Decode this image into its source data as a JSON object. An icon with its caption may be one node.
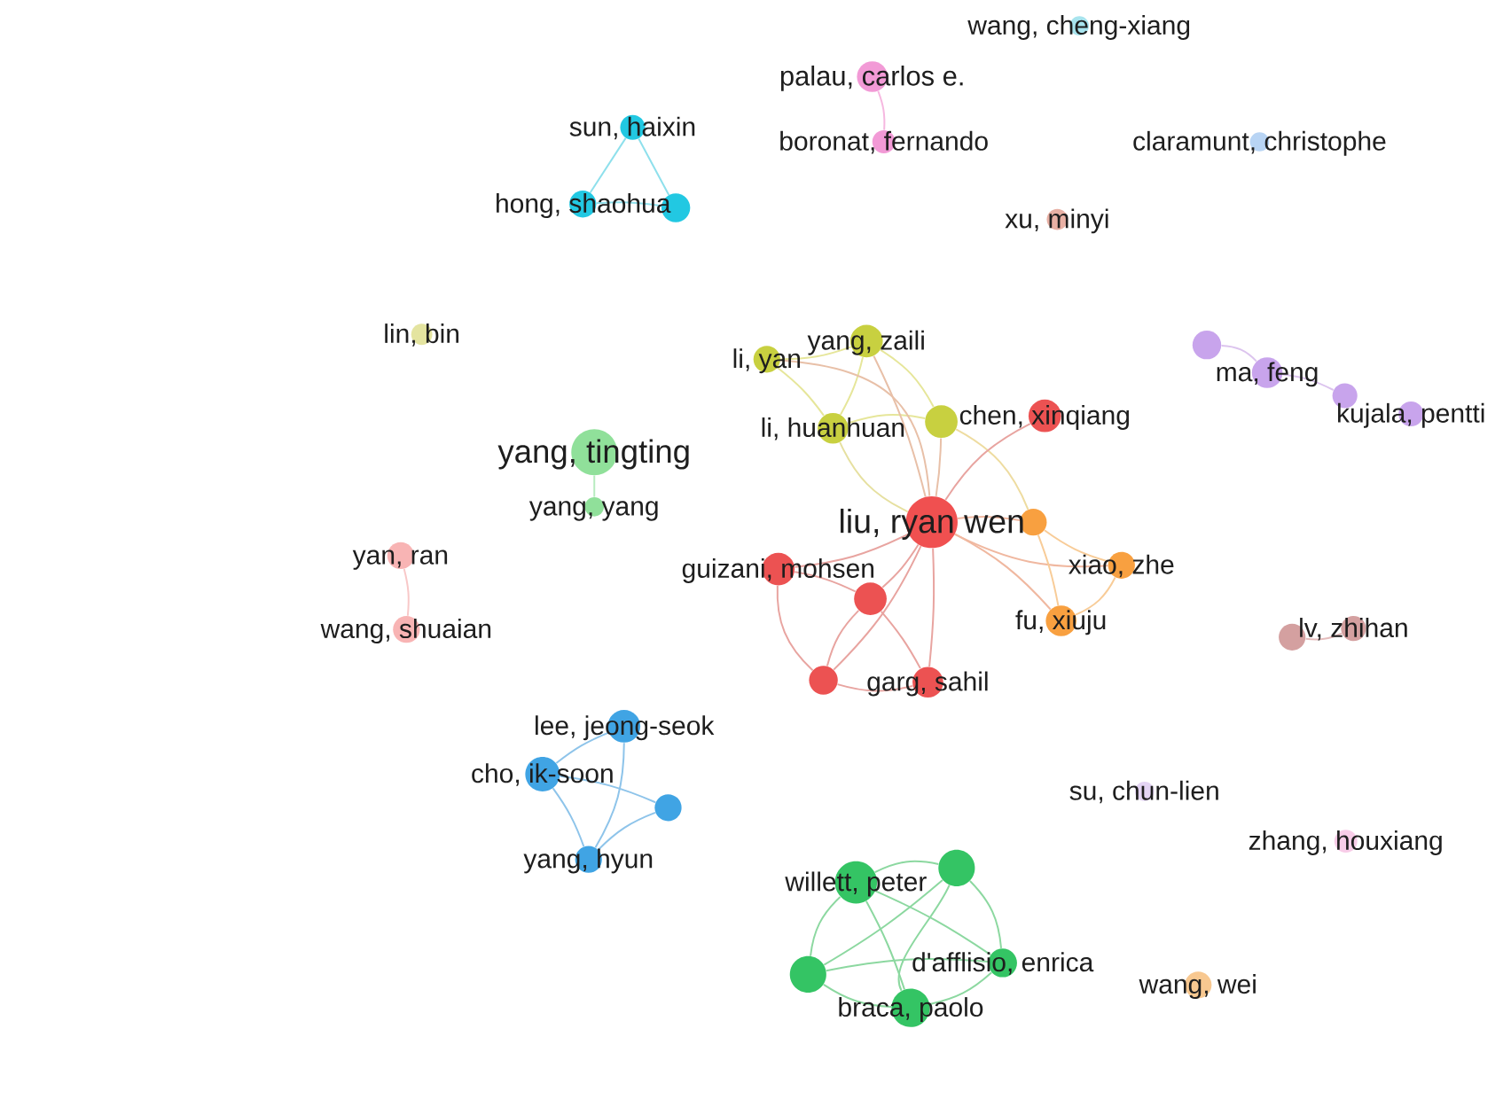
{
  "diagram": {
    "nodes": [
      {
        "text": [
          "wang, cheng-xiang"
        ]
      },
      {
        "text": [
          "palau, carlos e."
        ]
      },
      {
        "text": [
          "sun, haixin"
        ]
      },
      {
        "text": [
          "boronat, fernando"
        ]
      },
      {
        "text": [
          "claramunt, christophe"
        ]
      },
      {
        "text": [
          "hong, shaohua"
        ]
      },
      {
        "text": [],
        "shape": "circle"
      },
      {
        "text": [
          "xu, minyi"
        ]
      },
      {
        "text": [
          "lin, bin"
        ]
      },
      {
        "text": [
          "yang, zaili"
        ]
      },
      {
        "text": [],
        "shape": "circle"
      },
      {
        "text": [
          "li, yan"
        ]
      },
      {
        "text": [
          "ma, feng"
        ]
      },
      {
        "text": [],
        "shape": "circle"
      },
      {
        "text": [
          "kujala, pentti"
        ]
      },
      {
        "text": [
          "li, huanhuan"
        ]
      },
      {
        "text": [],
        "shape": "circle"
      },
      {
        "text": [
          "chen, xinqiang"
        ]
      },
      {
        "text": [
          "yang, tingting"
        ]
      },
      {
        "text": [
          "yang, yang"
        ]
      },
      {
        "text": [
          "liu, ryan wen"
        ]
      },
      {
        "text": [],
        "shape": "circle"
      },
      {
        "text": [
          "yan, ran"
        ]
      },
      {
        "text": [
          "guizani, mohsen"
        ]
      },
      {
        "text": [
          "xiao, zhe"
        ]
      },
      {
        "text": [],
        "shape": "circle"
      },
      {
        "text": [
          "wang, shuaian"
        ]
      },
      {
        "text": [
          "fu, xiuju"
        ]
      },
      {
        "text": [],
        "shape": "circle"
      },
      {
        "text": [
          "lv, zhihan"
        ]
      },
      {
        "text": [],
        "shape": "circle"
      },
      {
        "text": [
          "garg, sahil"
        ]
      },
      {
        "text": [
          "lee, jeong-seok"
        ]
      },
      {
        "text": [
          "cho, ik-soon"
        ]
      },
      {
        "text": [],
        "shape": "circle"
      },
      {
        "text": [
          "su, chun-lien"
        ]
      },
      {
        "text": [
          "zhang, houxiang"
        ]
      },
      {
        "text": [
          "yang, hyun"
        ]
      },
      {
        "text": [],
        "shape": "circle"
      },
      {
        "text": [
          "willett, peter"
        ]
      },
      {
        "text": [
          "d'afflisio, enrica"
        ]
      },
      {
        "text": [],
        "shape": "circle"
      },
      {
        "text": [
          "wang, wei"
        ]
      },
      {
        "text": [
          "braca, paolo"
        ]
      }
    ],
    "edges": [
      {
        "from": 1,
        "to": 3,
        "arrow": "none",
        "color": "#f6b8e0"
      },
      {
        "from": 2,
        "to": 5,
        "arrow": "none",
        "color": "#8ee0ec"
      },
      {
        "from": 2,
        "to": 6,
        "arrow": "none",
        "color": "#8ee0ec"
      },
      {
        "from": 5,
        "to": 6,
        "arrow": "none",
        "color": "#8ee0ec"
      },
      {
        "from": 9,
        "to": 11,
        "arrow": "none",
        "color": "#e6e69a"
      },
      {
        "from": 11,
        "to": 15,
        "arrow": "none",
        "color": "#e6e69a"
      },
      {
        "from": 9,
        "to": 15,
        "arrow": "none",
        "color": "#e6e69a"
      },
      {
        "from": 9,
        "to": 16,
        "arrow": "none",
        "color": "#e6e69a"
      },
      {
        "from": 15,
        "to": 16,
        "arrow": "none",
        "color": "#e6e69a"
      },
      {
        "from": 11,
        "to": 20,
        "arrow": "none",
        "color": "#e8c0a8"
      },
      {
        "from": 15,
        "to": 20,
        "arrow": "none",
        "color": "#e6e0a0"
      },
      {
        "from": 16,
        "to": 20,
        "arrow": "none",
        "color": "#e8c0a8"
      },
      {
        "from": 9,
        "to": 20,
        "arrow": "none",
        "color": "#e8c0a8"
      },
      {
        "from": 16,
        "to": 21,
        "arrow": "none",
        "color": "#eedca0"
      },
      {
        "from": 10,
        "to": 12,
        "arrow": "none",
        "color": "#dcc4ee"
      },
      {
        "from": 12,
        "to": 13,
        "arrow": "none",
        "color": "#dcc4ee"
      },
      {
        "from": 17,
        "to": 20,
        "arrow": "none",
        "color": "#e8a4a0"
      },
      {
        "from": 18,
        "to": 19,
        "arrow": "none",
        "color": "#b8ecc0"
      },
      {
        "from": 20,
        "to": 21,
        "arrow": "none",
        "color": "#f0b8a0"
      },
      {
        "from": 20,
        "to": 24,
        "arrow": "none",
        "color": "#f0b8a0"
      },
      {
        "from": 20,
        "to": 27,
        "arrow": "none",
        "color": "#f0b8a0"
      },
      {
        "from": 21,
        "to": 24,
        "arrow": "none",
        "color": "#f8cc98"
      },
      {
        "from": 21,
        "to": 27,
        "arrow": "none",
        "color": "#f8cc98"
      },
      {
        "from": 24,
        "to": 27,
        "arrow": "none",
        "color": "#f8cc98"
      },
      {
        "from": 20,
        "to": 23,
        "arrow": "none",
        "color": "#e8a4a0"
      },
      {
        "from": 20,
        "to": 25,
        "arrow": "none",
        "color": "#e8a4a0"
      },
      {
        "from": 20,
        "to": 30,
        "arrow": "none",
        "color": "#e8a4a0"
      },
      {
        "from": 20,
        "to": 31,
        "arrow": "none",
        "color": "#e8a4a0"
      },
      {
        "from": 23,
        "to": 25,
        "arrow": "none",
        "color": "#e8a4a0"
      },
      {
        "from": 23,
        "to": 30,
        "arrow": "none",
        "color": "#e8a4a0"
      },
      {
        "from": 25,
        "to": 30,
        "arrow": "none",
        "color": "#e8a4a0"
      },
      {
        "from": 25,
        "to": 31,
        "arrow": "none",
        "color": "#e8a4a0"
      },
      {
        "from": 30,
        "to": 31,
        "arrow": "none",
        "color": "#e8a4a0"
      },
      {
        "from": 22,
        "to": 26,
        "arrow": "none",
        "color": "#f8c8c8"
      },
      {
        "from": 28,
        "to": 29,
        "arrow": "none",
        "color": "#e4bcbc"
      },
      {
        "from": 32,
        "to": 33,
        "arrow": "none",
        "color": "#8ec4ea"
      },
      {
        "from": 32,
        "to": 37,
        "arrow": "none",
        "color": "#8ec4ea"
      },
      {
        "from": 33,
        "to": 34,
        "arrow": "none",
        "color": "#8ec4ea"
      },
      {
        "from": 33,
        "to": 37,
        "arrow": "none",
        "color": "#8ec4ea"
      },
      {
        "from": 34,
        "to": 37,
        "arrow": "none",
        "color": "#8ec4ea"
      },
      {
        "from": 38,
        "to": 39,
        "arrow": "none",
        "color": "#8cd8a0"
      },
      {
        "from": 38,
        "to": 40,
        "arrow": "none",
        "color": "#8cd8a0"
      },
      {
        "from": 38,
        "to": 41,
        "arrow": "none",
        "color": "#8cd8a0"
      },
      {
        "from": 38,
        "to": 43,
        "arrow": "none",
        "color": "#8cd8a0"
      },
      {
        "from": 39,
        "to": 40,
        "arrow": "none",
        "color": "#8cd8a0"
      },
      {
        "from": 39,
        "to": 41,
        "arrow": "none",
        "color": "#8cd8a0"
      },
      {
        "from": 39,
        "to": 43,
        "arrow": "none",
        "color": "#8cd8a0"
      },
      {
        "from": 40,
        "to": 41,
        "arrow": "none",
        "color": "#8cd8a0"
      },
      {
        "from": 40,
        "to": 43,
        "arrow": "none",
        "color": "#8cd8a0"
      },
      {
        "from": 41,
        "to": 43,
        "arrow": "none",
        "color": "#8cd8a0"
      }
    ]
  }
}
